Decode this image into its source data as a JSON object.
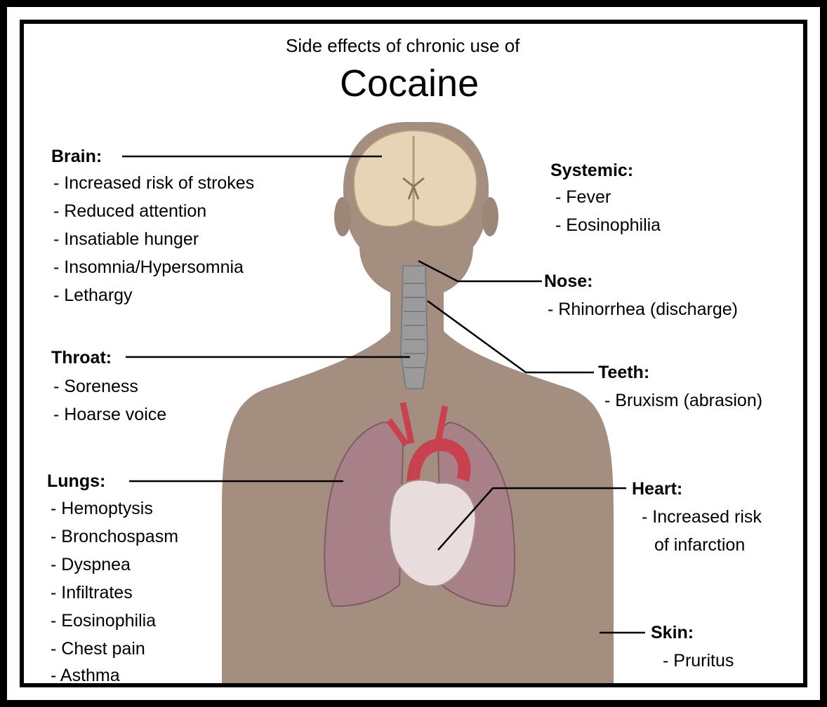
{
  "title": {
    "subtitle": "Side effects of chronic use of",
    "main": "Cocaine"
  },
  "colors": {
    "body_silhouette": "#a38e80",
    "brain": "#e7d3b5",
    "lungs": "#a88088",
    "heart": "#e8dcdc",
    "aorta": "#c9404e",
    "trachea": "#9b9b9b",
    "border": "#000000"
  },
  "sections": {
    "brain": {
      "heading": "Brain:",
      "items": [
        "- Increased risk of strokes",
        "- Reduced attention",
        "- Insatiable hunger",
        "- Insomnia/Hypersomnia",
        "- Lethargy"
      ]
    },
    "throat": {
      "heading": "Throat:",
      "items": [
        "- Soreness",
        "- Hoarse voice"
      ]
    },
    "lungs": {
      "heading": "Lungs:",
      "items": [
        "- Hemoptysis",
        "- Bronchospasm",
        "- Dyspnea",
        "- Infiltrates",
        "- Eosinophilia",
        "- Chest pain",
        "- Asthma"
      ]
    },
    "systemic": {
      "heading": "Systemic:",
      "items": [
        "- Fever",
        "- Eosinophilia"
      ]
    },
    "nose": {
      "heading": "Nose:",
      "items": [
        "- Rhinorrhea (discharge)"
      ]
    },
    "teeth": {
      "heading": "Teeth:",
      "items": [
        "- Bruxism (abrasion)"
      ]
    },
    "heart": {
      "heading": "Heart:",
      "items": [
        "- Increased risk",
        "of infarction"
      ]
    },
    "skin": {
      "heading": "Skin:",
      "items": [
        "- Pruritus"
      ]
    }
  }
}
